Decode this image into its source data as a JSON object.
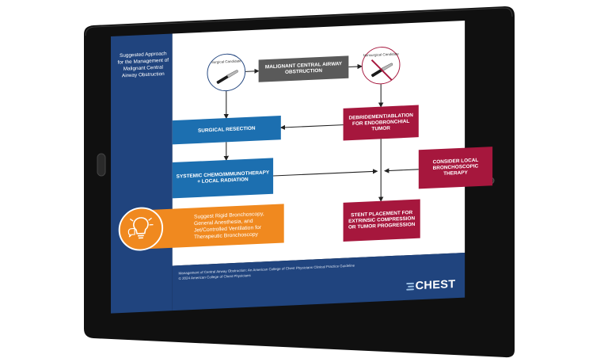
{
  "sidebar": {
    "title": "Suggested Approach for the Management of Malignant Central Airway Obstruction"
  },
  "diagram": {
    "surgical_candidate": "Surgical Candidate",
    "nonsurgical_candidate": "Nonsurgical Candidate",
    "malignant_obstruction": "MALIGNANT CENTRAL AIRWAY OBSTRUCTION",
    "surgical_resection": "SURGICAL RESECTION",
    "debridement": "DEBRIDEMENT/ABLATION FOR ENDOBRONCHIAL TUMOR",
    "systemic_therapy": "SYSTEMIC CHEMO/IMMUNOTHERAPY + LOCAL RADIATION",
    "consider_therapy": "CONSIDER LOCAL BRONCHOSCOPIC THERAPY",
    "stent_placement": "STENT PLACEMENT FOR EXTRINSIC COMPRESSION OR TUMOR PROGRESSION"
  },
  "suggestion": {
    "text": "Suggest Rigid Bronchoscopy, General Anesthesia, and Jet/Controlled Ventilation for Therapeutic Bronchoscopy",
    "icon": "lightbulb-icon"
  },
  "footer": {
    "line1": "Management of Central Airway Obstruction: An American College of Chest Physicians Clinical Practice Guideline",
    "line2": "© 2024 American College of Chest Physicians",
    "brand": "CHEST"
  },
  "colors": {
    "navy": "#20447e",
    "blue_box": "#1c6fb0",
    "crimson": "#a6173d",
    "gray": "#5a5a5a",
    "orange": "#f0891f"
  }
}
